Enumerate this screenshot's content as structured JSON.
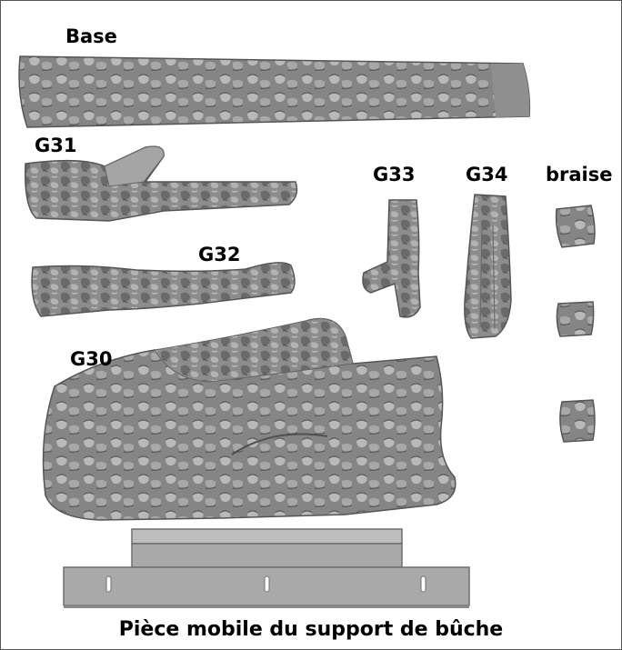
{
  "labels": {
    "base": "Base",
    "g31": "G31",
    "g32": "G32",
    "g33": "G33",
    "g34": "G34",
    "braise": "braise",
    "g30": "G30"
  },
  "caption": "Pièce mobile du support de bûche",
  "colors": {
    "log_fill": "#8c8c8c",
    "log_dark": "#5e5e5e",
    "log_light": "#b8b8b8",
    "bracket_fill": "#a9a9a9",
    "bracket_stroke": "#6f6f6f",
    "border": "#555555"
  }
}
